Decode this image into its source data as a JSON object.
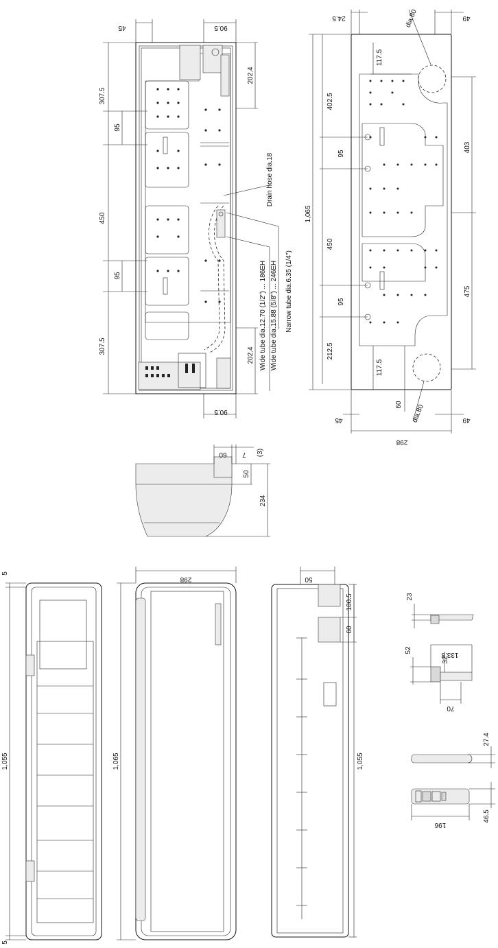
{
  "colors": {
    "line": "#111111",
    "fill_gray": "#d9d9d9",
    "background": "#ffffff"
  },
  "rear_view": {
    "dims": {
      "top_left": "45",
      "top_right": "90.5",
      "bottom_right": "90.5",
      "right_top": "202.4",
      "right_bottom": "202.4",
      "left_1": "307.5",
      "left_2": "95",
      "left_3": "450",
      "left_4": "95",
      "left_5": "307.5"
    },
    "notes": {
      "drain": "Drain hose dia.18",
      "narrow": "Narrow tube dia.6.35 (1/4\")",
      "wide1": "Wide tube dia.12.70 (1/2\") ... 186EH",
      "wide2": "Wide tube dia.15.88 (5/8\") ... 246EH"
    }
  },
  "mounting_plate": {
    "dims": {
      "top_left": "24.5",
      "top_right": "49",
      "dia_top": "dia.80",
      "dia_bottom": "dia.80",
      "left_117": "117.5",
      "left_402": "402.5",
      "left_95a": "95",
      "left_450": "450",
      "left_95b": "95",
      "left_212": "212.5",
      "left_117b": "117.5",
      "left_60": "60",
      "overall": "1,065",
      "right_403": "403",
      "right_475": "475",
      "bottom_left": "45",
      "bottom_right": "49",
      "width": "298"
    }
  },
  "side_profile": {
    "dims": {
      "d60": "60",
      "d7": "7",
      "d3": "(3)",
      "d50": "50",
      "d234": "234"
    }
  },
  "front_view": {
    "dims": {
      "top": "5",
      "bottom": "5",
      "height": "1,055"
    }
  },
  "top_view": {
    "dims": {
      "width": "298",
      "height": "1,065"
    }
  },
  "bottom_view": {
    "dims": {
      "d50": "50",
      "d100": "100.5",
      "d60": "60",
      "height": "1,055"
    }
  },
  "remote_side": {
    "dims": {
      "d23": "23"
    }
  },
  "holder": {
    "dims": {
      "d52": "52",
      "d133": "133.8",
      "d32": "32",
      "d70": "70"
    }
  },
  "remote_thin": {
    "dims": {
      "d27": "27.4"
    }
  },
  "remote_front": {
    "dims": {
      "d46": "46.5",
      "d196": "196"
    }
  }
}
